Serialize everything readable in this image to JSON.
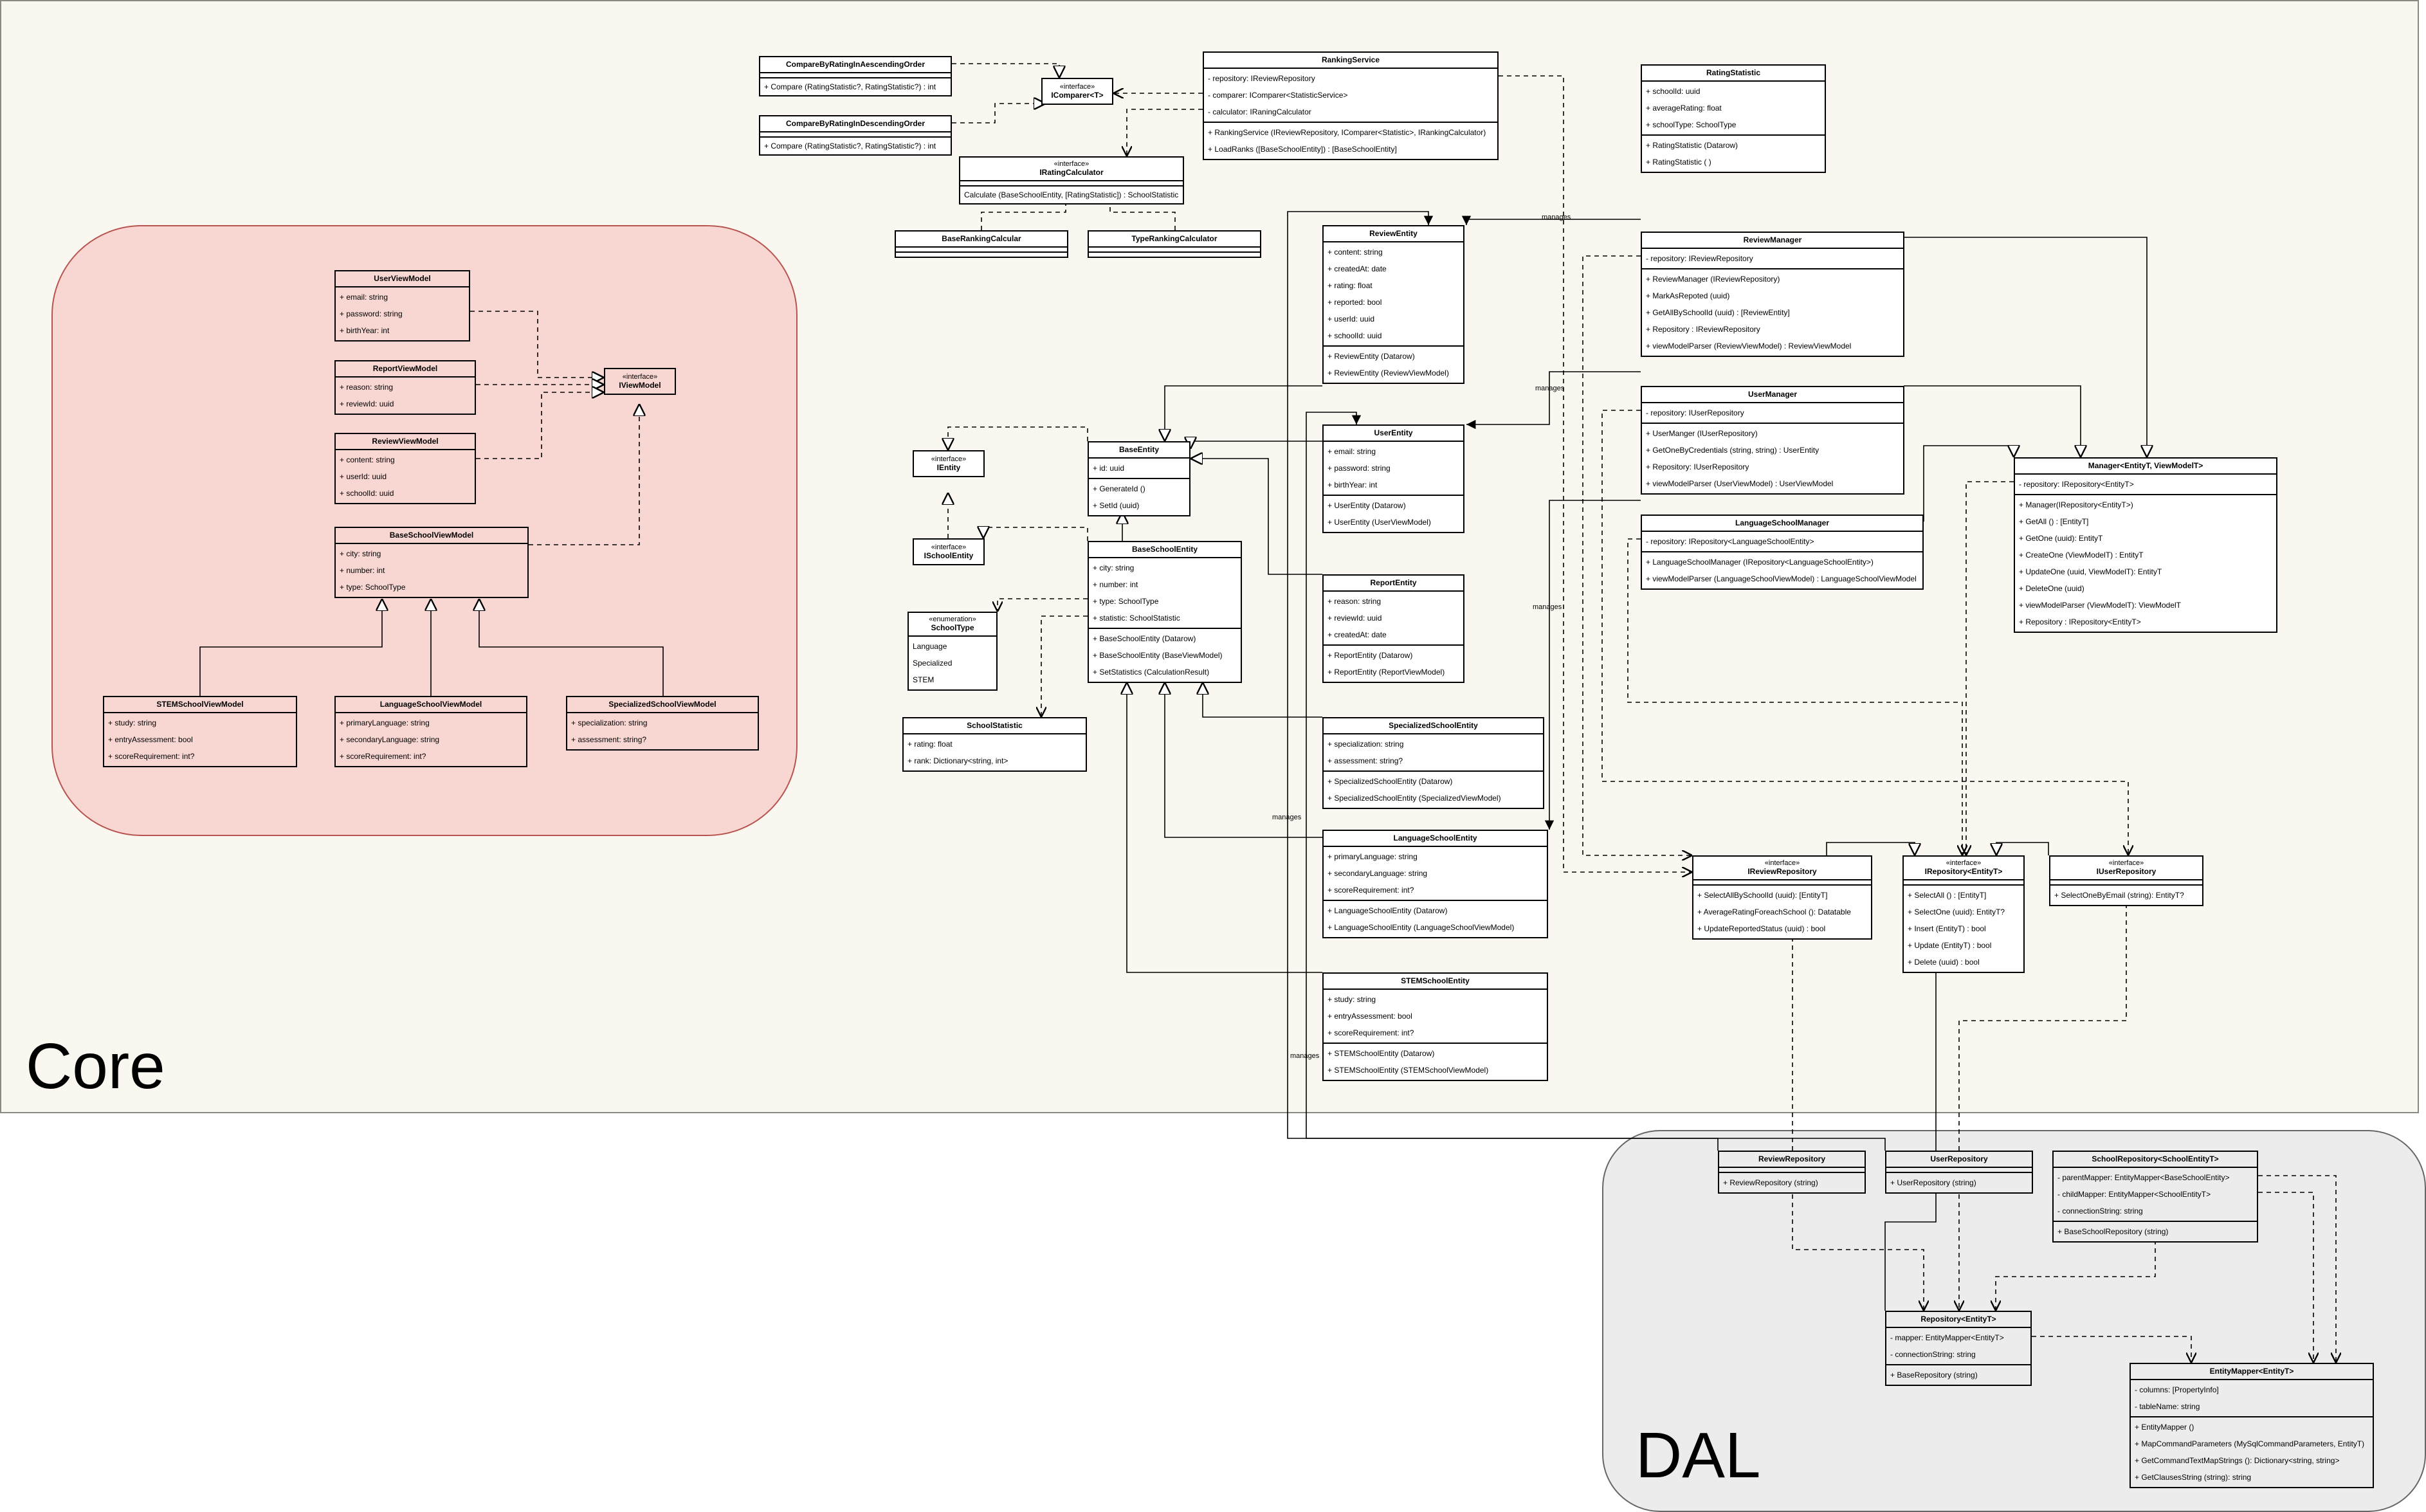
{
  "packages": {
    "core": "Core",
    "dal": "DAL"
  },
  "edge_labels": [
    "manages",
    "manages",
    "manages",
    "manages",
    "manages"
  ],
  "classes": {
    "compare_asc": {
      "name": "CompareByRatingInAescendingOrder",
      "attributes": [],
      "methods": [
        "+ Compare (RatingStatistic?, RatingStatistic?) : int"
      ]
    },
    "compare_desc": {
      "name": "CompareByRatingInDescendingOrder",
      "attributes": [],
      "methods": [
        "+ Compare (RatingStatistic?, RatingStatistic?) : int"
      ]
    },
    "icomparer": {
      "stereotype": "«interface»",
      "name": "IComparer<T>"
    },
    "ranking_service": {
      "name": "RankingService",
      "attributes": [
        "- repository: IReviewRepository",
        "- comparer: IComparer<StatisticService>",
        "- calculator: IRaningCalculator"
      ],
      "methods": [
        "+ RankingService (IReviewRepository, IComparer<Statistic>, IRankingCalculator)",
        "+ LoadRanks ([BaseSchoolEntity]) : [BaseSchoolEntity]"
      ]
    },
    "rating_statistic": {
      "name": "RatingStatistic",
      "attributes": [
        "+ schoolId: uuid",
        "+ averageRating: float",
        "+ schoolType: SchoolType"
      ],
      "methods": [
        "+ RatingStatistic (Datarow)",
        "+ RatingStatistic ( )"
      ]
    },
    "irating_calculator": {
      "stereotype": "«interface»",
      "name": "IRatingCalculator",
      "attributes": [],
      "methods": [
        "Calculate (BaseSchoolEntity, [RatingStatistic]) : SchoolStatistic"
      ]
    },
    "base_ranking": {
      "name": "BaseRankingCalcular",
      "attributes": [],
      "methods": []
    },
    "type_ranking": {
      "name": "TypeRankingCalculator",
      "attributes": [],
      "methods": []
    },
    "user_vm": {
      "name": "UserViewModel",
      "attributes": [
        "+ email: string",
        "+ password: string",
        "+ birthYear: int"
      ]
    },
    "report_vm": {
      "name": "ReportViewModel",
      "attributes": [
        "+ reason: string",
        "+ reviewId: uuid"
      ]
    },
    "review_vm": {
      "name": "ReviewViewModel",
      "attributes": [
        "+ content: string",
        "+ userId: uuid",
        "+ schoolId: uuid"
      ]
    },
    "iviewmodel": {
      "stereotype": "«interface»",
      "name": "IViewModel"
    },
    "base_school_vm": {
      "name": "BaseSchoolViewModel",
      "attributes": [
        "+ city: string",
        "+ number: int",
        "+ type: SchoolType"
      ]
    },
    "stem_vm": {
      "name": "STEMSchoolViewModel",
      "attributes": [
        "+ study: string",
        "+ entryAssessment: bool",
        "+ scoreRequirement: int?"
      ]
    },
    "language_vm": {
      "name": "LanguageSchoolViewModel",
      "attributes": [
        "+ primaryLanguage: string",
        "+ secondaryLanguage: string",
        "+ scoreRequirement: int?"
      ]
    },
    "specialized_vm": {
      "name": "SpecializedSchoolViewModel",
      "attributes": [
        "+ specialization: string",
        "+ assessment: string?"
      ]
    },
    "ientity": {
      "stereotype": "«interface»",
      "name": "IEntity"
    },
    "ischool_entity": {
      "stereotype": "«interface»",
      "name": "ISchoolEntity"
    },
    "base_entity": {
      "name": "BaseEntity",
      "attributes": [
        "+ id: uuid"
      ],
      "methods": [
        "+ GenerateId ()",
        "+ SetId (uuid)"
      ]
    },
    "base_school_entity": {
      "name": "BaseSchoolEntity",
      "attributes": [
        "+ city: string",
        "+ number: int",
        "+ type: SchoolType",
        "+ statistic: SchoolStatistic"
      ],
      "methods": [
        "+ BaseSchoolEntity (Datarow)",
        "+ BaseSchoolEntity (BaseViewModel)",
        "+ SetStatistics (CalculationResult)"
      ]
    },
    "school_type": {
      "stereotype": "«enumeration»",
      "name": "SchoolType",
      "attributes": [
        "Language",
        "Specialized",
        "STEM"
      ]
    },
    "school_statistic": {
      "name": "SchoolStatistic",
      "attributes": [
        "+ rating: float",
        "+ rank: Dictionary<string, int>"
      ]
    },
    "review_entity": {
      "name": "ReviewEntity",
      "attributes": [
        "+ content: string",
        "+ createdAt: date",
        "+ rating: float",
        "+ reported: bool",
        "+ userId: uuid",
        "+ schoolId: uuid"
      ],
      "methods": [
        "+ ReviewEntity (Datarow)",
        "+ ReviewEntity (ReviewViewModel)"
      ]
    },
    "user_entity": {
      "name": "UserEntity",
      "attributes": [
        "+ email: string",
        "+ password: string",
        "+ birthYear: int"
      ],
      "methods": [
        "+ UserEntity (Datarow)",
        "+ UserEntity (UserViewModel)"
      ]
    },
    "report_entity": {
      "name": "ReportEntity",
      "attributes": [
        "+ reason: string",
        "+ reviewId: uuid",
        "+ createdAt: date"
      ],
      "methods": [
        "+ ReportEntity (Datarow)",
        "+ ReportEntity (ReportViewModel)"
      ]
    },
    "specialized_entity": {
      "name": "SpecializedSchoolEntity",
      "attributes": [
        "+ specialization: string",
        "+ assessment: string?"
      ],
      "methods": [
        "+ SpecializedSchoolEntity (Datarow)",
        "+ SpecializedSchoolEntity (SpecializedViewModel)"
      ]
    },
    "language_entity": {
      "name": "LanguageSchoolEntity",
      "attributes": [
        "+ primaryLanguage: string",
        "+ secondaryLanguage: string",
        "+ scoreRequirement: int?"
      ],
      "methods": [
        "+ LanguageSchoolEntity (Datarow)",
        "+ LanguageSchoolEntity (LanguageSchoolViewModel)"
      ]
    },
    "stem_entity": {
      "name": "STEMSchoolEntity",
      "attributes": [
        "+ study: string",
        "+ entryAssessment: bool",
        "+ scoreRequirement: int?"
      ],
      "methods": [
        "+ STEMSchoolEntity (Datarow)",
        "+ STEMSchoolEntity (STEMSchoolViewModel)"
      ]
    },
    "review_manager": {
      "name": "ReviewManager",
      "attributes": [
        "- repository: IReviewRepository"
      ],
      "methods": [
        "+ ReviewManager (IReviewRepository)",
        "+ MarkAsRepoted (uuid)",
        "+ GetAllBySchoolId (uuid) : [ReviewEntity]",
        "+ Repository : IReviewRepository",
        "+ viewModelParser (ReviewViewModel) : ReviewViewModel"
      ]
    },
    "user_manager": {
      "name": "UserManager",
      "attributes": [
        "- repository: IUserRepository"
      ],
      "methods": [
        "+ UserManger (IUserRepository)",
        "+ GetOneByCredentials (string, string) : UserEntity",
        "+ Repository: IUserRepository",
        "+ viewModelParser (UserViewModel) : UserViewModel"
      ]
    },
    "language_manager": {
      "name": "LanguageSchoolManager",
      "attributes": [
        "- repository: IRepository<LanguageSchoolEntity>"
      ],
      "methods": [
        "+ LanguageSchoolManager (IRepository<LanguageSchoolEntity>)",
        "+ viewModelParser (LanguageSchoolViewModel) : LanguageSchoolViewModel"
      ]
    },
    "manager": {
      "name": "Manager<EntityT, ViewModelT>",
      "attributes": [
        "- repository: IRepository<EntityT>"
      ],
      "methods": [
        "+ Manager(IRepository<EntityT>)",
        "+ GetAll () : [EntityT]",
        "+ GetOne (uuid): EntityT",
        "+ CreateOne (ViewModelT) : EntityT",
        "+ UpdateOne (uuid, ViewModelT): EntityT",
        "+ DeleteOne (uuid)",
        "+ viewModelParser (ViewModelT): ViewModelT",
        "+ Repository : IRepository<EntityT>"
      ]
    },
    "ireview_repo": {
      "stereotype": "«interface»",
      "name": "IReviewRepository",
      "attributes": [],
      "methods": [
        "+ SelectAllBySchoolId (uuid): [EntityT]",
        "+ AverageRatingForeachSchool (): Datatable",
        "+ UpdateReportedStatus (uuid) : bool"
      ]
    },
    "irepository": {
      "stereotype": "«interface»",
      "name": "IRepository<EntityT>",
      "attributes": [],
      "methods": [
        "+ SelectAll () : [EntityT]",
        "+ SelectOne (uuid): EntityT?",
        "+ Insert (EntityT) : bool",
        "+ Update (EntityT) : bool",
        "+ Delete (uuid) : bool"
      ]
    },
    "iuser_repo": {
      "stereotype": "«interface»",
      "name": "IUserRepository",
      "attributes": [],
      "methods": [
        "+ SelectOneByEmail (string): EntityT?"
      ]
    },
    "review_repository": {
      "name": "ReviewRepository",
      "attributes": [],
      "methods": [
        "+ ReviewRepository (string)"
      ]
    },
    "user_repository": {
      "name": "UserRepository",
      "attributes": [],
      "methods": [
        "+ UserRepository (string)"
      ]
    },
    "school_repository": {
      "name": "SchoolRepository<SchoolEntityT>",
      "attributes": [
        "- parentMapper: EntityMapper<BaseSchoolEntity>",
        "- childMapper: EntityMapper<SchoolEntityT>",
        "- connectionString: string"
      ],
      "methods": [
        "+ BaseSchoolRepository (string)"
      ]
    },
    "repository": {
      "name": "Repository<EntityT>",
      "attributes": [
        "- mapper: EntityMapper<EntityT>",
        "- connectionString: string"
      ],
      "methods": [
        "+ BaseRepository (string)"
      ]
    },
    "entity_mapper": {
      "name": "EntityMapper<EntityT>",
      "attributes": [
        "- columns: [PropertyInfo]",
        "- tableName: string"
      ],
      "methods": [
        "+ EntityMapper ()",
        "+ MapCommandParameters (MySqlCommandParameters, EntityT)",
        "+ GetCommandTextMapStrings (): Dictionary<string, string>",
        "+ GetClausesString (string): string"
      ]
    }
  }
}
